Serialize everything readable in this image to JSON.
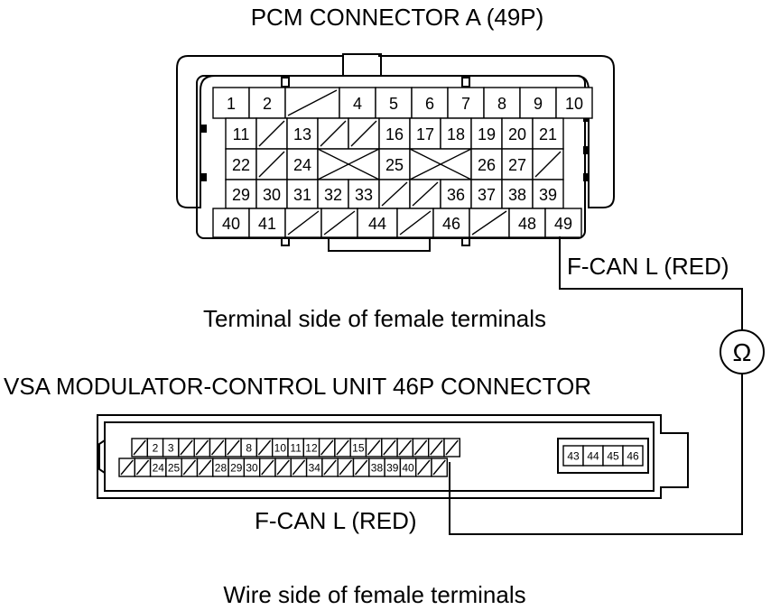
{
  "pcm": {
    "title": "PCM CONNECTOR A (49P)",
    "caption": "Terminal side of female terminals",
    "rows": [
      [
        "1",
        "2",
        "/",
        "4",
        "5",
        "6",
        "7",
        "8",
        "9",
        "10"
      ],
      [
        "11",
        "/",
        "13",
        "/",
        "/",
        "16",
        "17",
        "18",
        "19",
        "20",
        "21"
      ],
      [
        "22",
        "/",
        "24",
        "X",
        "25",
        "X",
        "26",
        "27",
        "/"
      ],
      [
        "29",
        "30",
        "31",
        "32",
        "33",
        "/",
        "/",
        "36",
        "37",
        "38",
        "39"
      ],
      [
        "40",
        "41",
        "/",
        "/",
        "44",
        "/",
        "46",
        "/",
        "48",
        "49"
      ]
    ]
  },
  "wire_top": {
    "label": "F-CAN L (RED)"
  },
  "meter": {
    "symbol": "Ω"
  },
  "vsa": {
    "title": "VSA MODULATOR-CONTROL UNIT 46P CONNECTOR",
    "caption": "Wire side of female terminals",
    "row1": [
      "/",
      "2",
      "3",
      "/",
      "/",
      "/",
      "/",
      "8",
      "/",
      "10",
      "11",
      "12",
      "/",
      "/",
      "15",
      "/",
      "/",
      "/",
      "/",
      "/",
      "/"
    ],
    "row2": [
      "/",
      "/",
      "24",
      "25",
      "/",
      "/",
      "28",
      "29",
      "30",
      "/",
      "/",
      "/",
      "34",
      "/",
      "/",
      "/",
      "38",
      "39",
      "40",
      "/",
      "/"
    ],
    "right_block": [
      "43",
      "44",
      "45",
      "46"
    ]
  },
  "wire_bottom": {
    "label": "F-CAN L (RED)"
  }
}
